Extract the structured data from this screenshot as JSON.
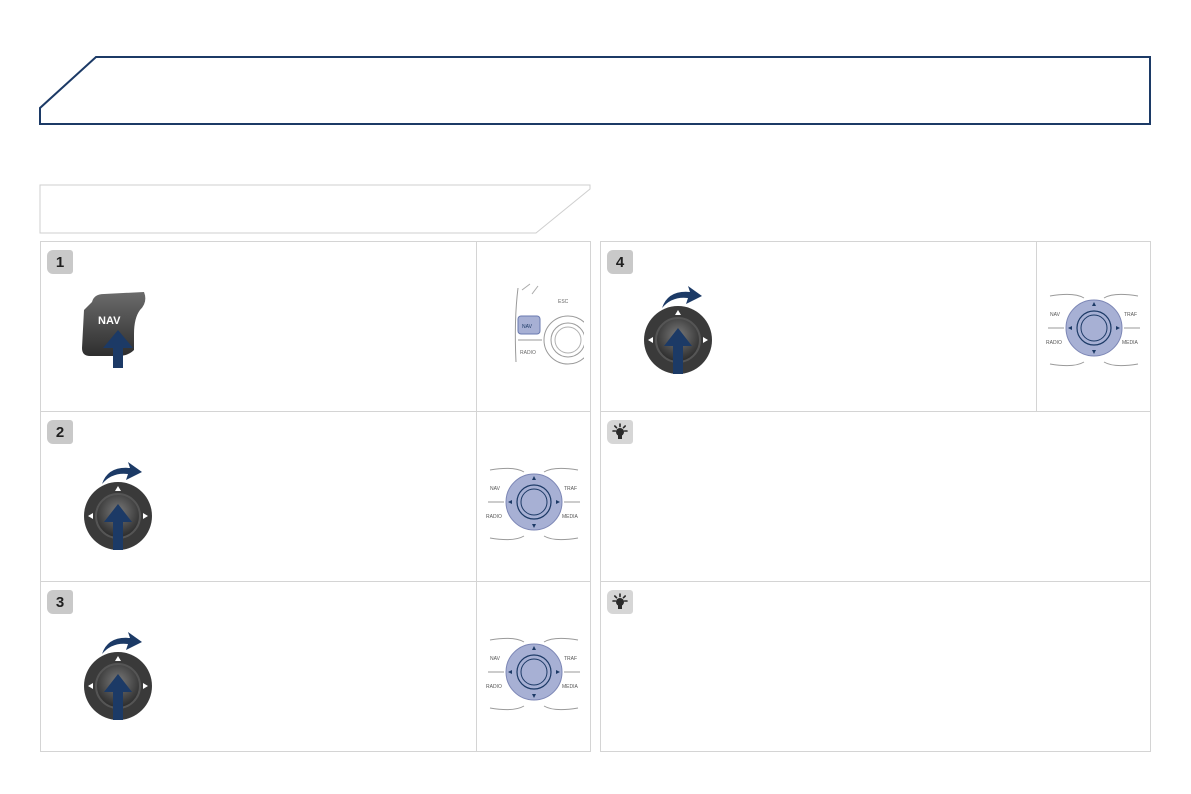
{
  "steps": [
    {
      "number": "1",
      "control": "nav-button",
      "nav_label": "NAV",
      "thumb_labels": {
        "nav": "NAV",
        "esc": "ESC",
        "radio": "RADIO"
      }
    },
    {
      "number": "2",
      "control": "rotary-knob",
      "thumb_labels": {
        "nav": "NAV",
        "traf": "TRAF",
        "radio": "RADIO",
        "media": "MEDIA"
      }
    },
    {
      "number": "3",
      "control": "rotary-knob",
      "thumb_labels": {
        "nav": "NAV",
        "traf": "TRAF",
        "radio": "RADIO",
        "media": "MEDIA"
      }
    },
    {
      "number": "4",
      "control": "rotary-knob",
      "thumb_labels": {
        "nav": "NAV",
        "traf": "TRAF",
        "radio": "RADIO",
        "media": "MEDIA"
      }
    }
  ],
  "tips": [
    {
      "icon": "lightbulb-icon"
    },
    {
      "icon": "lightbulb-icon"
    }
  ],
  "colors": {
    "header_border": "#1c3a66",
    "arrow": "#1c3a66",
    "highlight": "#a7b0d4",
    "panel_border": "#d4d4d4",
    "badge": "#c9c9c9"
  }
}
